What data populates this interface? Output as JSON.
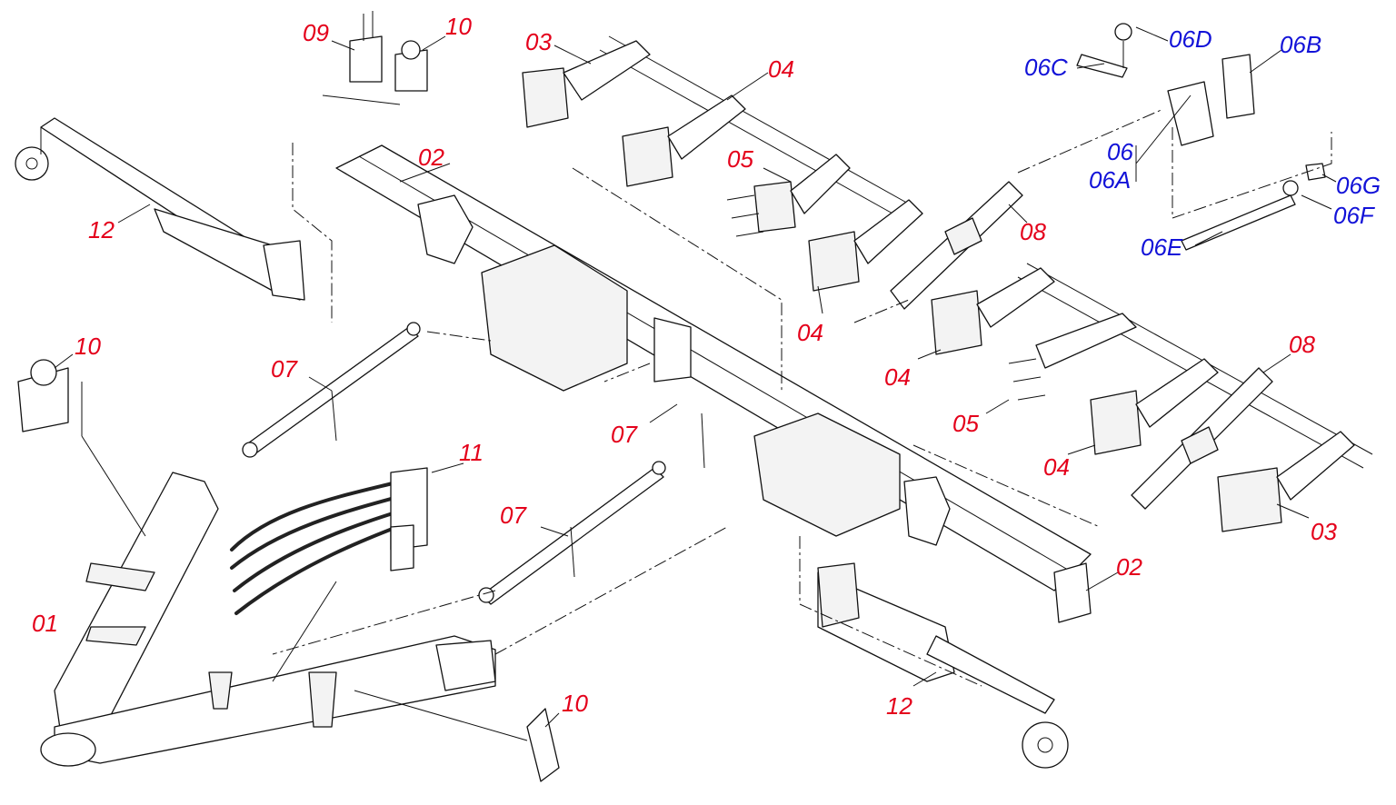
{
  "diagram": {
    "labels": {
      "l01": "01",
      "l02a": "02",
      "l02b": "02",
      "l03a": "03",
      "l03b": "03",
      "l04a": "04",
      "l04b": "04",
      "l04c": "04",
      "l04d": "04",
      "l05a": "05",
      "l05b": "05",
      "l06": "06",
      "l06a": "06A",
      "l06b": "06B",
      "l06c": "06C",
      "l06d": "06D",
      "l06e": "06E",
      "l06f": "06F",
      "l06g": "06G",
      "l07a": "07",
      "l07b": "07",
      "l07c": "07",
      "l08a": "08",
      "l08b": "08",
      "l09": "09",
      "l10a": "10",
      "l10b": "10",
      "l10c": "10",
      "l11": "11",
      "l12a": "12",
      "l12b": "12"
    },
    "colors": {
      "main_label": "#e4001b",
      "sub_label": "#1212d8",
      "line": "#111111"
    }
  }
}
